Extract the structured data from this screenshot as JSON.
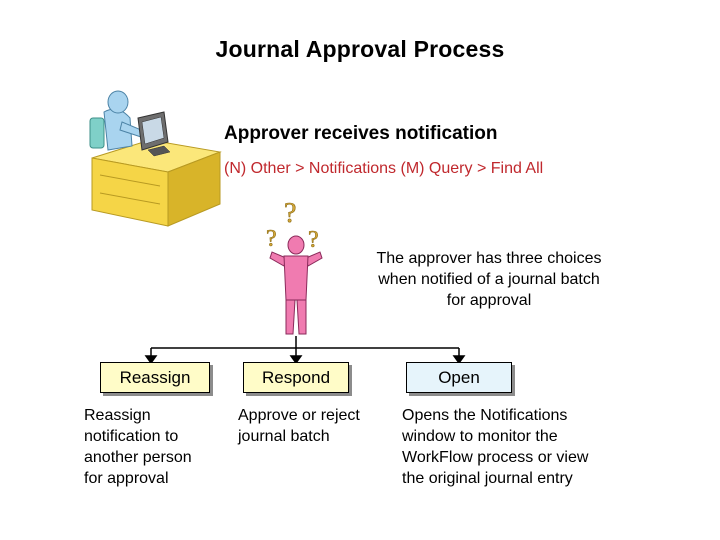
{
  "title": "Journal Approval Process",
  "step": {
    "heading": "Approver receives notification",
    "navigation_path": "(N) Other > Notifications (M) Query > Find All"
  },
  "note": {
    "line1": "The approver has three choices",
    "line2": "when notified of a journal batch",
    "line3": "for approval"
  },
  "choices": [
    {
      "label": "Reassign",
      "description": [
        "Reassign",
        "notification to",
        "another person",
        "for approval"
      ]
    },
    {
      "label": "Respond",
      "description": [
        "Approve or reject",
        "journal batch"
      ]
    },
    {
      "label": "Open",
      "description": [
        "Opens the Notifications",
        "window to monitor the",
        "WorkFlow process or view",
        "the original journal entry"
      ]
    }
  ],
  "colors": {
    "path_text": "#c0282d",
    "box_yellow": "#fffcc8",
    "box_blue": "#e6f4fb",
    "question_mark": "#d4a83a",
    "person": "#f07bb0",
    "desk": "#f5d547"
  },
  "icons": [
    "person-at-desk-icon",
    "confused-person-icon",
    "question-mark-icon"
  ]
}
